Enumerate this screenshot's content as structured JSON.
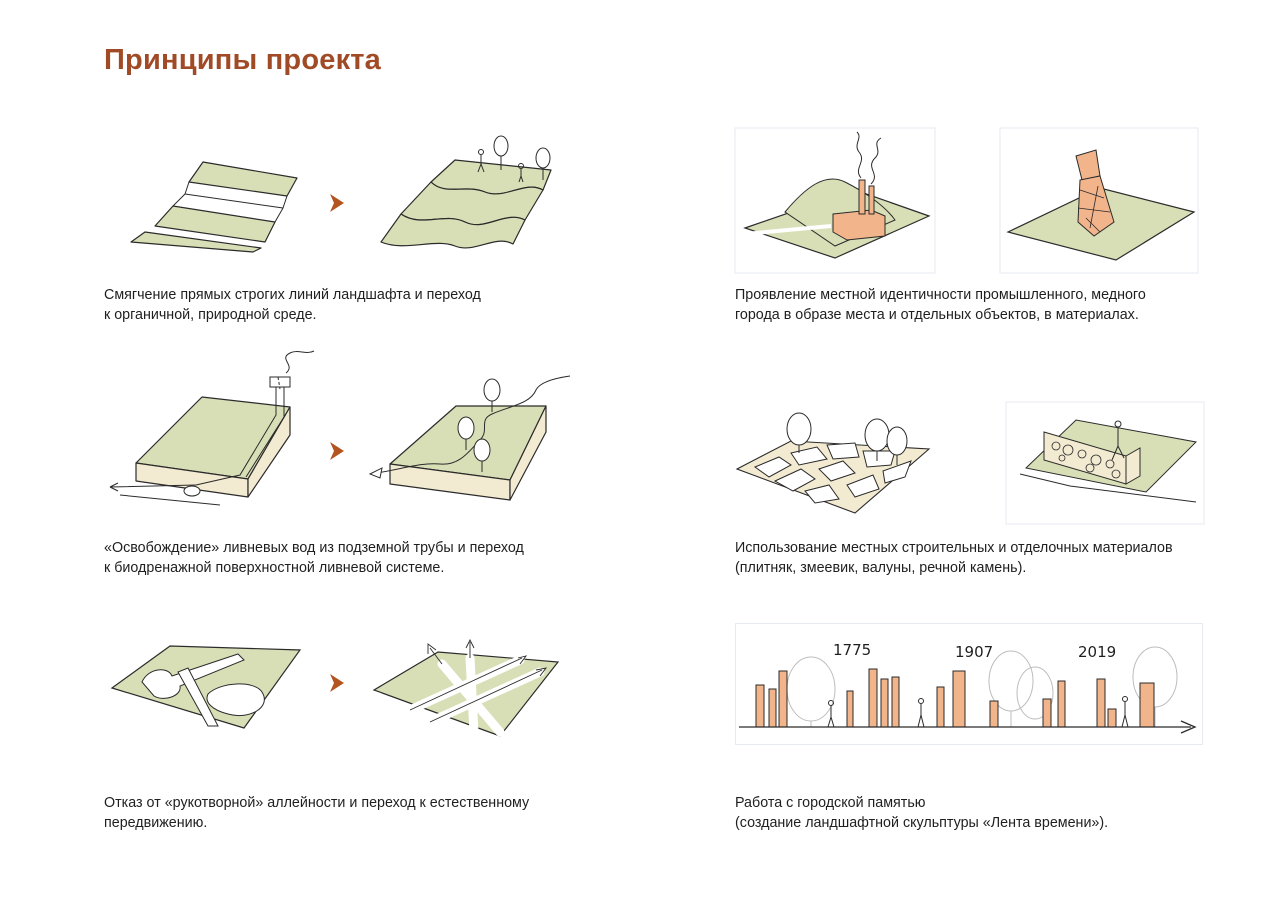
{
  "page": {
    "title": "Принципы проекта"
  },
  "principles": [
    {
      "line1": "Смягчение прямых строгих линий ландшафта и переход",
      "line2": "к органичной, природной среде."
    },
    {
      "line1": "«Освобождение» ливневых вод из подземной трубы и переход",
      "line2": "к биодренажной поверхностной ливневой системе."
    },
    {
      "line1": "Отказ от «рукотворной» аллейности и переход к естественному",
      "line2": "передвижению."
    },
    {
      "line1": "Проявление местной идентичности промышленного, медного",
      "line2": "города в образе места и отдельных объектов, в материалах."
    },
    {
      "line1": "Использование местных строительных и отделочных материалов",
      "line2": "(плитняк, змеевик, валуны, речной камень)."
    },
    {
      "line1": "Работа с городской памятью",
      "line2": "(создание ландшафтной скульптуры «Лента времени»)."
    }
  ],
  "timeline": {
    "years": [
      "1775",
      "1907",
      "2019"
    ]
  },
  "colors": {
    "title": "#a04a26",
    "green": "#d8dfb6",
    "copper": "#f2b48a",
    "sand": "#f3ead2",
    "arrow": "#b4541e"
  },
  "icons": [
    "chevron-right-icon",
    "tree-icon",
    "person-icon",
    "factory-icon",
    "smoke-icon"
  ]
}
